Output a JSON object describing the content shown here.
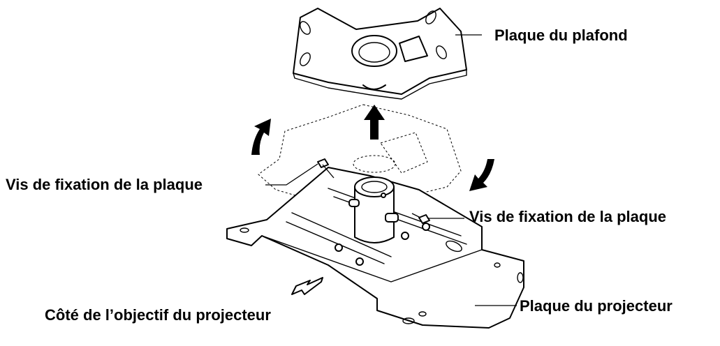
{
  "labels": {
    "ceiling_plate": "Plaque du plafond",
    "screw_left": "Vis de fixation de la plaque",
    "screw_right": "Vis de fixation de la plaque",
    "lens_side": "Côté de l’objectif du projecteur",
    "projector_plate": "Plaque du projecteur"
  },
  "colors": {
    "line": "#000000",
    "background": "#ffffff"
  }
}
